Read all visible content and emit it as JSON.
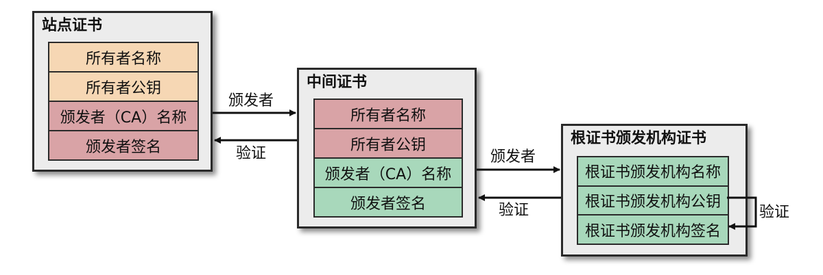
{
  "site_cert": {
    "title": "站点证书",
    "fields": [
      {
        "label": "所有者名称",
        "color": "#f6d7b4"
      },
      {
        "label": "所有者公钥",
        "color": "#f6d7b4"
      },
      {
        "label": "颁发者（CA）名称",
        "color": "#d9a3a6"
      },
      {
        "label": "颁发者签名",
        "color": "#d9a3a6"
      }
    ]
  },
  "intermediate_cert": {
    "title": "中间证书",
    "fields": [
      {
        "label": "所有者名称",
        "color": "#d9a3a6"
      },
      {
        "label": "所有者公钥",
        "color": "#d9a3a6"
      },
      {
        "label": "颁发者（CA）名称",
        "color": "#a8d8bb"
      },
      {
        "label": "颁发者签名",
        "color": "#a8d8bb"
      }
    ]
  },
  "root_cert": {
    "title": "根证书颁发机构证书",
    "fields": [
      {
        "label": "根证书颁发机构名称",
        "color": "#a8d8bb"
      },
      {
        "label": "根证书颁发机构公钥",
        "color": "#a8d8bb"
      },
      {
        "label": "根证书颁发机构签名",
        "color": "#a8d8bb"
      }
    ]
  },
  "edges": {
    "site_to_intermediate": {
      "label": "颁发者",
      "direction": "right"
    },
    "intermediate_to_site": {
      "label": "验证",
      "direction": "left"
    },
    "intermediate_to_root": {
      "label": "颁发者",
      "direction": "right"
    },
    "root_to_intermediate": {
      "label": "验证",
      "direction": "left"
    },
    "root_self_verify": {
      "label": "验证"
    }
  }
}
